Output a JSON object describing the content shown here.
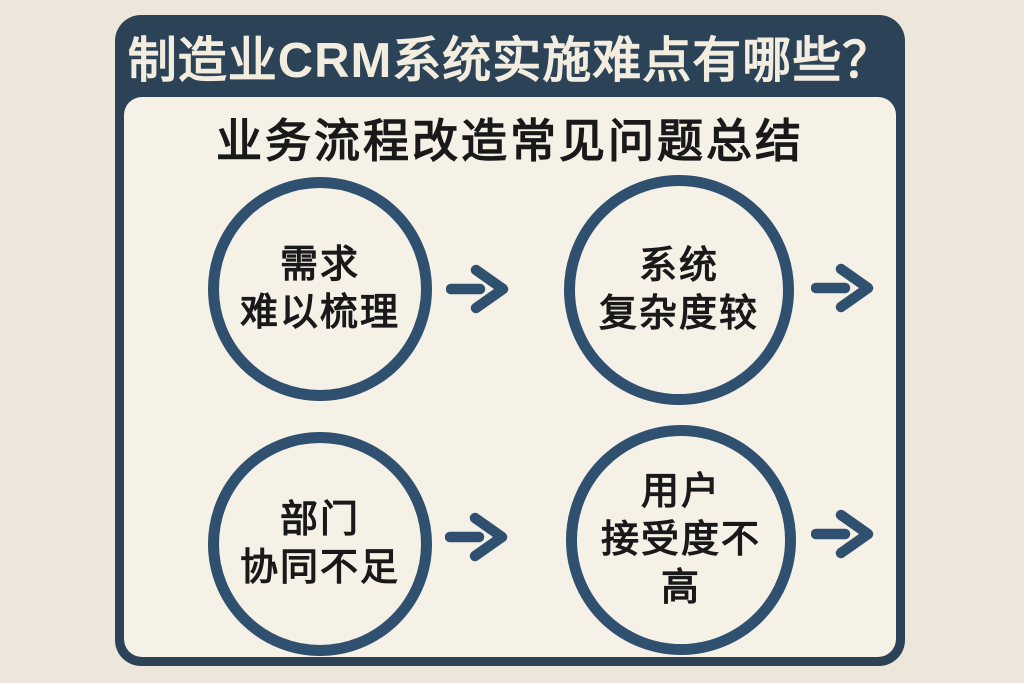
{
  "header": {
    "title": "制造业CRM系统实施难点有哪些？",
    "subtitle": "业务流程改造常见问题总结"
  },
  "diagram": {
    "type": "flow",
    "rows": 2,
    "nodes": [
      {
        "id": "demand",
        "lines": [
          "需求",
          "难以梳理"
        ]
      },
      {
        "id": "system",
        "lines": [
          "系统",
          "复杂度较"
        ]
      },
      {
        "id": "department",
        "lines": [
          "部门",
          "协同不足"
        ]
      },
      {
        "id": "user",
        "lines": [
          "用户",
          "接受度不",
          "高"
        ]
      }
    ],
    "edges": [
      {
        "from": "demand",
        "to": "system",
        "icon": "right-arrow-icon"
      },
      {
        "from": "system",
        "to": "offscreen-right",
        "icon": "right-arrow-icon"
      },
      {
        "from": "department",
        "to": "user",
        "icon": "right-arrow-icon"
      },
      {
        "from": "user",
        "to": "offscreen-right",
        "icon": "right-arrow-icon"
      }
    ]
  },
  "colors": {
    "page_bg": "#ece7da",
    "card_navy": "#2c4257",
    "accent_navy": "#30506f",
    "body_bg": "#f6f1e7",
    "title_text": "#f2eddf",
    "node_text": "#191919"
  }
}
